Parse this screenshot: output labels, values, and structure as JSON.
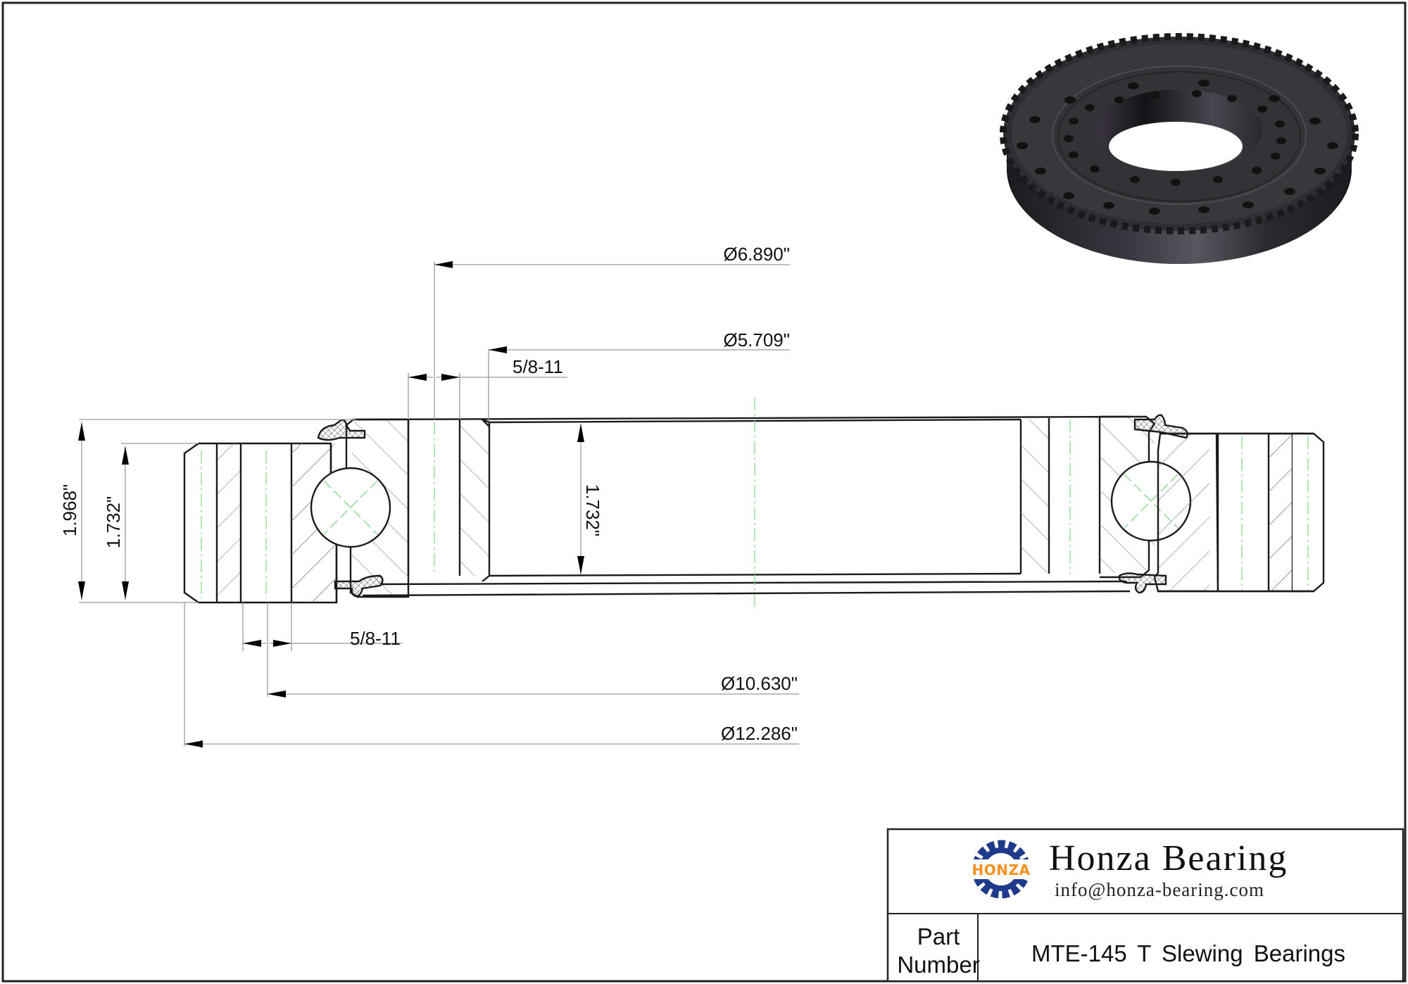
{
  "drawing": {
    "type": "technical-drawing",
    "subject": "slewing bearing cross-section",
    "dimensions": {
      "bolt_circle_inner": "Ø6.890\"",
      "inner_diameter": "Ø5.709\"",
      "thread_inner": "5/8-11",
      "height_total": "1.968\"",
      "height_outer_ring": "1.732\"",
      "height_inner_ring": "1.732\"",
      "thread_outer": "5/8-11",
      "bolt_circle_outer": "Ø10.630\"",
      "outer_diameter": "Ø12.286\""
    },
    "colors": {
      "line": "#1a1a1a",
      "dim_line": "#9a9a9a",
      "center_line": "#7fd67f",
      "hatch": "#8a8a8a",
      "gear": "#2b2a2e"
    }
  },
  "title_block": {
    "brand": "Honza Bearing",
    "email": "info@honza-bearing.com",
    "logo_text": "HONZA",
    "logo_colors": {
      "gear": "#1f3a8a",
      "text": "#f7901e"
    },
    "part_label_line1": "Part",
    "part_label_line2": "Number",
    "part_number": "MTE-145 T Slewing Bearings"
  }
}
